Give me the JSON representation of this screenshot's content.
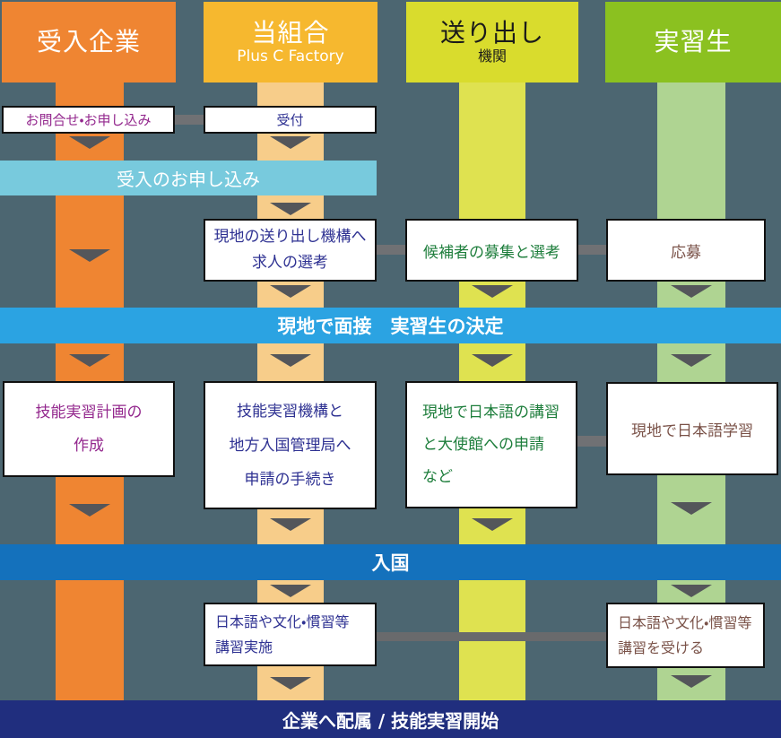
{
  "colors": {
    "bg": "#4c6671",
    "col1": "#ef8532",
    "col1band": "#ef8532",
    "col2": "#f6b82f",
    "col2band": "#f7cd8a",
    "col3": "#d9dc2d",
    "col3band": "#dfe250",
    "col4": "#8bc120",
    "col4band": "#afd492",
    "band1": "#78cadd",
    "band2": "#2ba3e2",
    "band3": "#1471bc",
    "band4": "#202e7e",
    "boxborder": "#101010",
    "arrow": "#54565a",
    "stub": "#707174",
    "stublong": "#696a6c",
    "purple": "#93278d",
    "navy": "#2e3192",
    "green": "#1e7e3c",
    "brown": "#7a5248",
    "hdrdark": "#1a1a1a"
  },
  "columns": {
    "company": {
      "title": "受入企業",
      "subtitle": ""
    },
    "union": {
      "title": "当組合",
      "subtitle": "Plus C Factory"
    },
    "sending_org": {
      "title": "送り出し",
      "subtitle": "機関"
    },
    "trainee": {
      "title": "実習生",
      "subtitle": ""
    }
  },
  "bands": {
    "application": {
      "label": "受入のお申し込み"
    },
    "interview": {
      "label": "現地で面接　実習生の決定"
    },
    "entry": {
      "label": "入国"
    },
    "assignment": {
      "label": "企業へ配属 / 技能実習開始"
    }
  },
  "boxes": {
    "inquiry": {
      "lines": [
        "お問合せ・お申し込み"
      ]
    },
    "reception": {
      "lines": [
        "受付"
      ]
    },
    "job_selection": {
      "lines": [
        "現地の送り出し機構へ",
        "求人の選考"
      ]
    },
    "candidate": {
      "lines": [
        "候補者の募集と選考"
      ]
    },
    "apply": {
      "lines": [
        "応募"
      ]
    },
    "training_plan": {
      "lines": [
        "技能実習計画の",
        "作成"
      ]
    },
    "procedure": {
      "lines": [
        "技能実習機構と",
        "地方入国管理局へ",
        "申請の手続き"
      ]
    },
    "local_course": {
      "lines": [
        "現地で日本語の講習",
        "と大使館への申請",
        "など"
      ]
    },
    "local_study": {
      "lines": [
        "現地で日本語学習"
      ]
    },
    "course_conduct": {
      "lines": [
        "日本語や文化・慣習等",
        "講習実施"
      ]
    },
    "course_receive": {
      "lines": [
        "日本語や文化・慣習等",
        "講習を受ける"
      ]
    }
  }
}
